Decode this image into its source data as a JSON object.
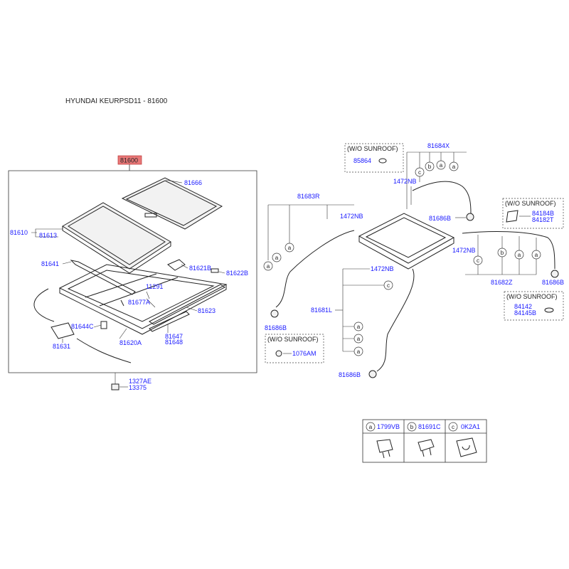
{
  "header": {
    "title": "HYUNDAI KEURPSD11 - 81600"
  },
  "callouts": {
    "main_assembly": "81600",
    "glass_panel": "81613",
    "panel_group": "81610",
    "sunshade": "81666",
    "deflector": "81641",
    "bracket_b": "81621B",
    "bracket_22b": "81622B",
    "screw_11291": "11291",
    "cable_77a": "81677A",
    "rail": "81623",
    "clip_44c": "81644C",
    "motor": "81631",
    "frame_20a": "81620A",
    "guide_47": "81647",
    "guide_48": "81648",
    "nut_ae": "1327AE",
    "nut_375": "13375",
    "hose_83r": "81683R",
    "clamp_nb1": "1472NB",
    "clamp_nb2": "1472NB",
    "clamp_nb3": "1472NB",
    "clamp_nb4": "1472NB",
    "grommet_1": "81686B",
    "grommet_2": "81686B",
    "grommet_3": "81686B",
    "grommet_4": "81686B",
    "hose_84x": "81684X",
    "hose_82z": "81682Z",
    "hose_81l": "81681L",
    "wo_plug": "85864",
    "wo_pad_a": "84184B",
    "wo_pad_b": "84182T",
    "wo_cap_a": "84142",
    "wo_cap_b": "84145B",
    "wo_grommet": "1076AM"
  },
  "notes": {
    "wo_sunroof_1": "(W/O SUNROOF)",
    "wo_sunroof_2": "(W/O SUNROOF)",
    "wo_sunroof_3": "(W/O SUNROOF)",
    "wo_sunroof_4": "(W/O SUNROOF)"
  },
  "markers": {
    "a": "a",
    "b": "b",
    "c": "c"
  },
  "legend": [
    {
      "key": "a",
      "part": "1799VB"
    },
    {
      "key": "b",
      "part": "81691C"
    },
    {
      "key": "c",
      "part": "0K2A1"
    }
  ]
}
